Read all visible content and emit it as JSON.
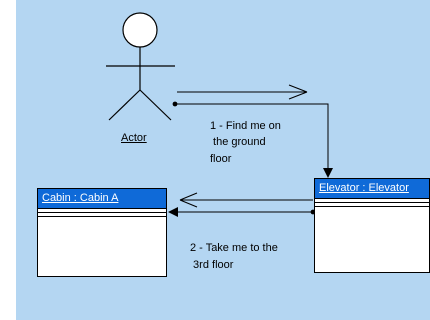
{
  "actor": {
    "name": "Actor"
  },
  "objects": [
    {
      "key": "cabin",
      "label": "Cabin : Cabin A"
    },
    {
      "key": "elevator",
      "label": "Elevator : Elevator"
    }
  ],
  "messages": [
    {
      "key": "m1",
      "lines": [
        "1 - Find me on",
        " the ground",
        "floor"
      ]
    },
    {
      "key": "m2",
      "lines": [
        "2 - Take me to the",
        " 3rd floor"
      ]
    }
  ],
  "colors": {
    "background": "#b4d6f2",
    "object_header": "#0f6ad8",
    "line": "#000000"
  }
}
